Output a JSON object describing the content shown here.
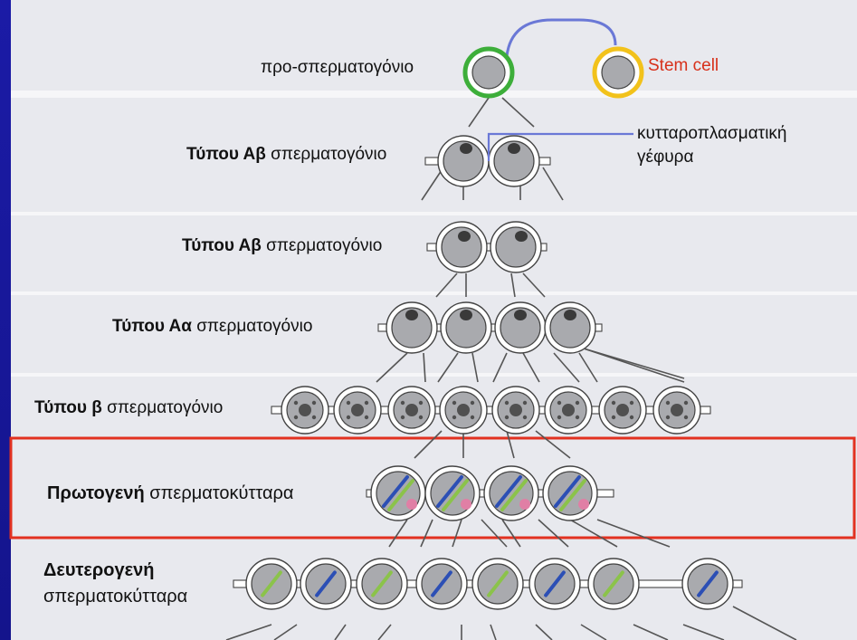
{
  "colors": {
    "background": "#1a1a9a",
    "panel": "#e8e9ee",
    "cell_ring_green": "#3dae3a",
    "cell_ring_yellow": "#f2c21b",
    "bridge_blue": "#6a78d6",
    "highlight_red": "#e23120",
    "chromosome_blue": "#2c4fb5",
    "chromosome_green": "#8bc34a",
    "chromatin_pink": "#e07fa5"
  },
  "labels": {
    "pro": "προ-σπερματογόνιο",
    "stem": "Stem cell",
    "bridge_line1": "κυτταροπλασματική",
    "bridge_line2": "γέφυρα",
    "row1_bold": "Τύπου Αβ",
    "row1_rest": " σπερματογόνιο",
    "row2_bold": "Τύπου Αβ",
    "row2_rest": " σπερματογόνιο",
    "row3_bold": "Τύπου Αα",
    "row3_rest": " σπερματογόνιο",
    "row4_bold": "Τύπου β",
    "row4_rest": " σπερματογόνιο",
    "row5_bold": "Πρωτογενή",
    "row5_rest": " σπερματοκύτταρα",
    "row6_bold": "Δευτερογενή",
    "row6_rest": "σπερματοκύτταρα"
  }
}
